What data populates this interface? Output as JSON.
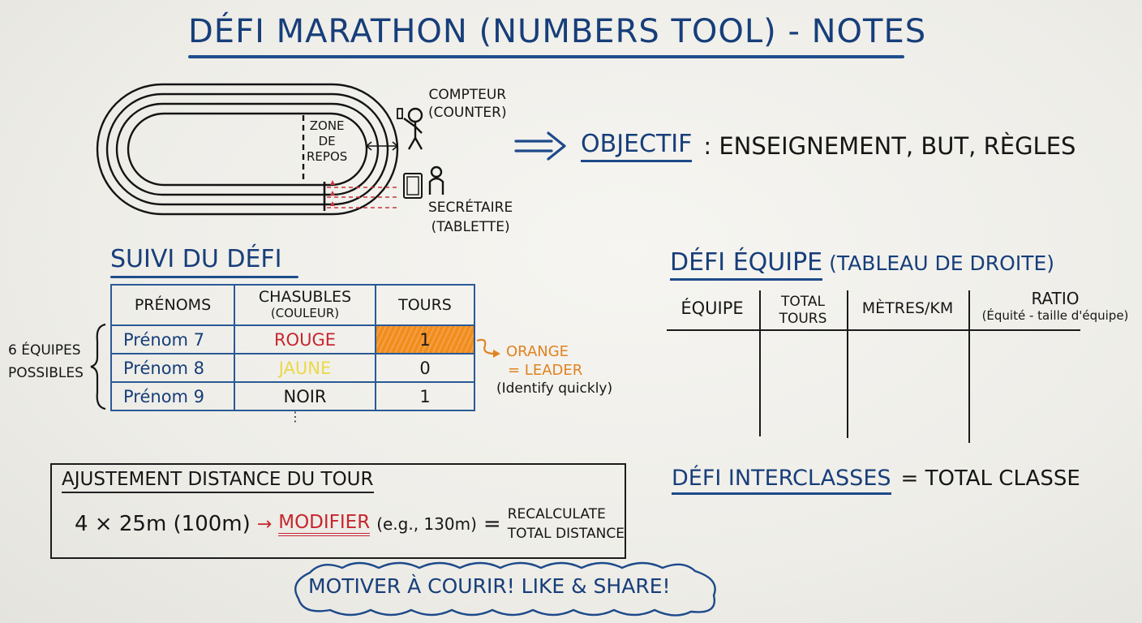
{
  "title": "DÉFI MARATHON (NUMBERS TOOL) - NOTES",
  "track_diagram": {
    "zone_label": [
      "ZONE",
      "DE",
      "REPOS"
    ],
    "counter_label": "COMPTEUR",
    "counter_sub": "(COUNTER)",
    "secretary_label": "SECRÉTAIRE",
    "secretary_sub": "(TABLETTE)"
  },
  "objective": {
    "keyword": "OBJECTIF",
    "text": ": ENSEIGNEMENT, BUT, RÈGLES"
  },
  "suivi": {
    "title": "SUIVI DU DÉFI",
    "headers": [
      {
        "label": "PRÉNOMS",
        "sub": ""
      },
      {
        "label": "CHASUBLES",
        "sub": "(COULEUR)"
      },
      {
        "label": "TOURS",
        "sub": ""
      }
    ],
    "rows": [
      {
        "name": "Prénom 7",
        "color": "ROUGE",
        "color_hex": "#c8262f",
        "tours": "1",
        "leader": true
      },
      {
        "name": "Prénom 8",
        "color": "JAUNE",
        "color_hex": "#ecd84a",
        "tours": "0",
        "leader": false
      },
      {
        "name": "Prénom 9",
        "color": "NOIR",
        "color_hex": "#161616",
        "tours": "1",
        "leader": false
      }
    ],
    "more": "⋮",
    "brace_label": [
      "6 ÉQUIPES",
      "POSSIBLES"
    ],
    "leader_note": {
      "line1": "ORANGE",
      "line2": "= LEADER",
      "line3": "(Identify quickly)",
      "color": "#e08321"
    }
  },
  "equipe": {
    "title": "DÉFI ÉQUIPE",
    "subtitle": "(TABLEAU DE DROITE)",
    "headers": [
      {
        "label": "ÉQUIPE",
        "sub": ""
      },
      {
        "label": "TOTAL",
        "sub": "TOURS"
      },
      {
        "label": "MÈTRES/KM",
        "sub": ""
      },
      {
        "label": "RATIO",
        "sub": "(Équité - taille d'équipe)"
      }
    ]
  },
  "ajustement": {
    "title": "AJUSTEMENT DISTANCE DU TOUR",
    "base": "4 × 25m (100m)",
    "arrow": "→",
    "modifier": "MODIFIER",
    "example": "(e.g., 130m)",
    "equals": "=",
    "result_line1": "RECALCULATE",
    "result_line2": "TOTAL DISTANCE"
  },
  "interclasses": {
    "keyword": "DÉFI INTERCLASSES",
    "text": "= TOTAL CLASSE"
  },
  "cloud": {
    "text": "MOTIVER À COURIR! LIKE & SHARE!"
  },
  "colors": {
    "ink_blue": "#173e7a",
    "ink_black": "#161616",
    "ink_red": "#c6262e",
    "ink_orange": "#e08321",
    "board": "#f2f1ed"
  }
}
